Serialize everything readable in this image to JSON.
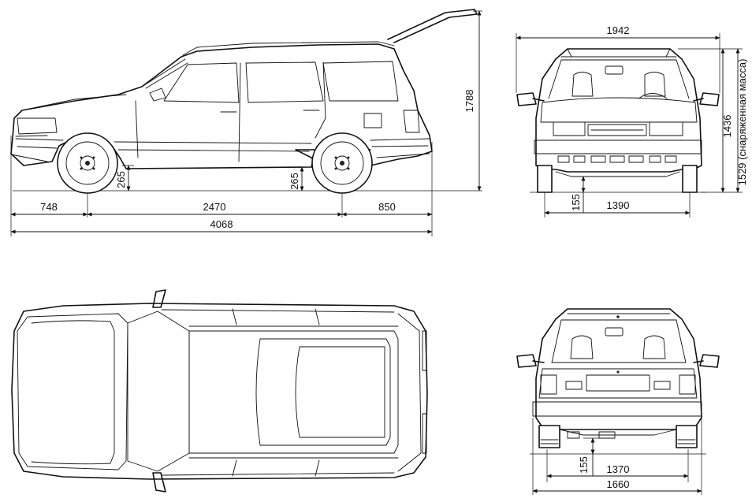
{
  "diagram": {
    "side_view": {
      "dimensions": {
        "front_overhang": "748",
        "wheelbase": "2470",
        "rear_overhang": "850",
        "overall_length": "4068",
        "height": "1788",
        "ground_clearance_front": "265",
        "ground_clearance_rear": "265"
      }
    },
    "front_view": {
      "dimensions": {
        "mirror_width": "1942",
        "track_front": "1390",
        "ground_clearance": "155",
        "height_loaded": "1436",
        "height_curb": "1529 (снаряженная масса)"
      }
    },
    "rear_view": {
      "dimensions": {
        "track_rear": "1370",
        "overall_width": "1660",
        "ground_clearance": "155"
      }
    }
  }
}
